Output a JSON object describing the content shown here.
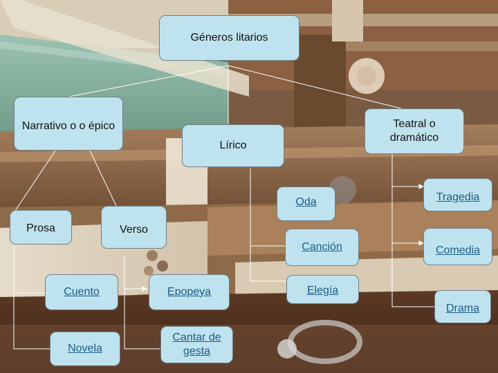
{
  "diagram": {
    "root": "Géneros litarios",
    "genres": {
      "narrativo": "Narrativo o o épico",
      "lirico": "Lírico",
      "teatral": "Teatral o dramático"
    },
    "narrativo_children": {
      "prosa": "Prosa",
      "verso": "Verso",
      "cuento": "Cuento",
      "novela": "Novela",
      "epopeya": "Epopeya",
      "cantar": "Cantar de gesta"
    },
    "lirico_children": {
      "oda": "Oda",
      "cancion": "Canción",
      "elegia": "Elegía"
    },
    "teatral_children": {
      "tragedia": "Tragedia",
      "comedia": "Comedia",
      "drama": "Drama"
    }
  },
  "colors": {
    "node_fill": "#bfe3ee",
    "node_border": "#6e7f86",
    "link_text": "#1a5c88",
    "connector": "#ffffff"
  }
}
